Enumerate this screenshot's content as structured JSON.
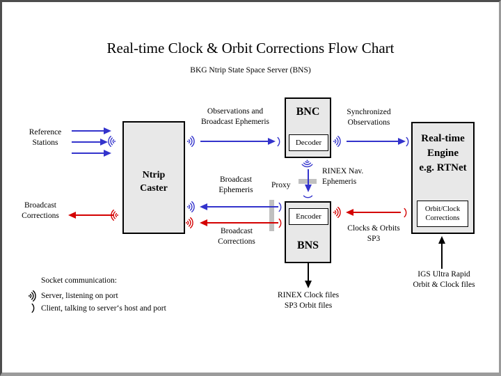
{
  "page": {
    "title": "Real-time Clock & Orbit Corrections Flow Chart",
    "subtitle": "BKG Ntrip State Space Server (BNS)"
  },
  "boxes": {
    "ntrip_caster": "Ntrip\nCaster",
    "bnc": "BNC",
    "decoder": "Decoder",
    "bns": "BNS",
    "encoder": "Encoder",
    "engine": "Real-time\nEngine\ne.g. RTNet",
    "orbit_clock": "Orbit/Clock\nCorrections"
  },
  "labels": {
    "reference_stations": "Reference\nStations",
    "broadcast_corrections_left": "Broadcast\nCorrections",
    "observations": "Observations and\nBroadcast Ephemeris",
    "synchronized": "Synchronized\nObservations",
    "rinex_nav": "RINEX Nav.\nEphemeris",
    "broadcast_ephemeris": "Broadcast\nEphemeris",
    "proxy": "Proxy",
    "broadcast_corrections_mid": "Broadcast\nCorrections",
    "clocks_orbits": "Clocks & Orbits\nSP3",
    "rinex_clock_files": "RINEX Clock files\nSP3 Orbit files",
    "igs": "IGS Ultra Rapid\nOrbit & Clock files"
  },
  "legend": {
    "heading": "Socket communication:",
    "server": "Server, listening on port",
    "client": "Client, talking to server‘s host and port"
  },
  "icons": {
    "server_socket": ")))",
    "client_socket": ")"
  },
  "colors": {
    "blue_stream": "#3333cc",
    "red_stream": "#d40000",
    "file_flow": "#000000",
    "box_fill": "#e8e8e8",
    "proxy_bar": "#c0c0c0"
  }
}
